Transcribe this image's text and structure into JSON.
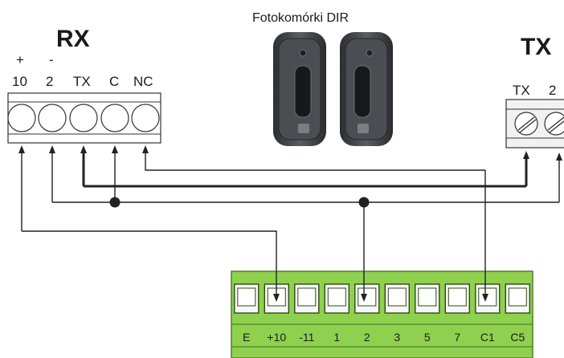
{
  "photo_title": "Fotokomórki DIR",
  "rx": {
    "title": "RX",
    "polarity": [
      "+",
      "-"
    ],
    "terminals": [
      "10",
      "2",
      "TX",
      "C",
      "NC"
    ]
  },
  "tx": {
    "title": "TX",
    "terminals": [
      "TX",
      "2"
    ]
  },
  "control_board": {
    "terminals": [
      "E",
      "+10",
      "-11",
      "1",
      "2",
      "3",
      "5",
      "7",
      "C1",
      "C5"
    ]
  },
  "colors": {
    "wire": "#222222",
    "terminal_green": "#8fd14f",
    "terminal_green_dark": "#4f7f26",
    "photocell_body": "#3f4246"
  }
}
